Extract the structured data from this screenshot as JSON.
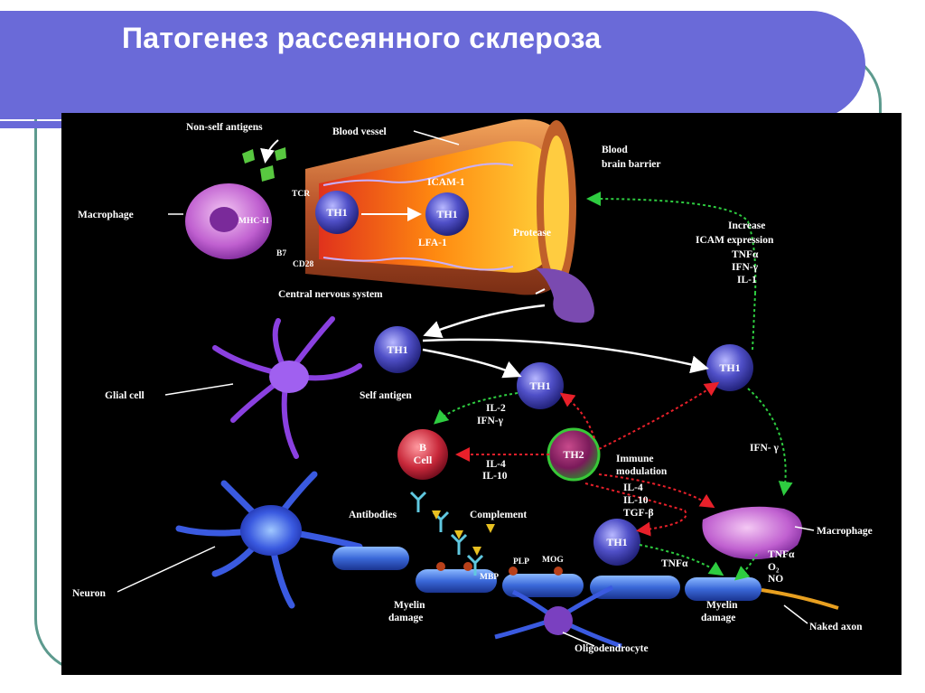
{
  "slide": {
    "title": "Патогенез рассеянного склероза"
  },
  "colors": {
    "title_bar": "#6a6ad8",
    "frame": "#5d9a8e",
    "background": "#000000",
    "arrow_green": "#2ecc40",
    "arrow_red": "#e8202a",
    "arrow_white": "#ffffff"
  },
  "labels": {
    "non_self_antigens": "Non-self antigens",
    "blood_vessel": "Blood vessel",
    "blood_brain_barrier_1": "Blood",
    "blood_brain_barrier_2": "brain barrier",
    "macrophage_top": "Macrophage",
    "tcr": "TCR",
    "mhc_ii": "MHC-II",
    "b7": "B7",
    "cd28": "CD28",
    "icam1": "ICAM-1",
    "lfa1": "LFA-1",
    "protease": "Protease",
    "increase_icam_1": "Increase",
    "increase_icam_2": "ICAM expression",
    "tnf_a_top": "TNFα",
    "ifn_g_top": "IFN-γ",
    "il1": "IL-1",
    "central_nervous_system": "Central nervous system",
    "glial_cell": "Glial cell",
    "self_antigen": "Self antigen",
    "il2": "IL-2",
    "ifn_g_mid": "IFN-γ",
    "b_cell_1": "B",
    "b_cell_2": "Cell",
    "il4_left": "IL-4",
    "il10_left": "IL-10",
    "immune_mod_1": "Immune",
    "immune_mod_2": "modulation",
    "il4_right": "IL-4",
    "il10_right": "IL-10",
    "tgf_b": "TGF-β",
    "ifn_g_right": "IFN- γ",
    "antibodies": "Antibodies",
    "complement": "Complement",
    "macrophage_bottom": "Macrophage",
    "tnf_a_mid": "TNFα",
    "tnf_a_bottom": "TNFα",
    "o2": "O₂",
    "no": "NO",
    "plp": "PLP",
    "mog": "MOG",
    "mbp": "MBP",
    "neuron": "Neuron",
    "myelin_damage_left_1": "Myelin",
    "myelin_damage_left_2": "damage",
    "myelin_damage_right_1": "Myelin",
    "myelin_damage_right_2": "damage",
    "naked_axon": "Naked axon",
    "oligodendrocyte": "Oligodendrocyte"
  },
  "cells": {
    "th1": "TH1",
    "th2": "TH2"
  }
}
